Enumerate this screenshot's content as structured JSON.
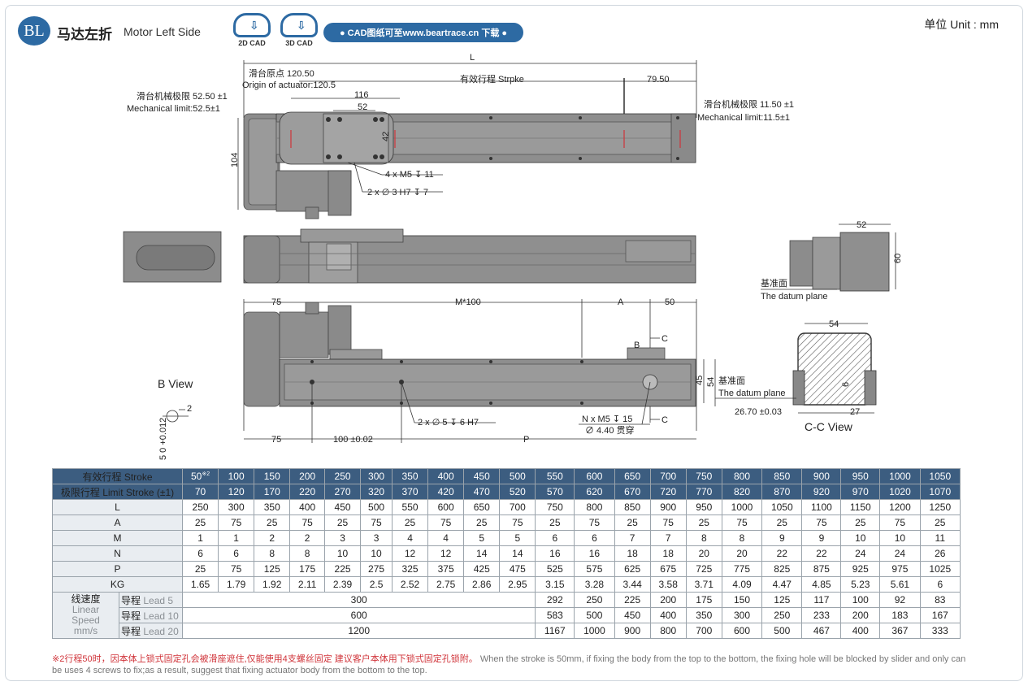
{
  "header": {
    "logo": "BL",
    "title_cn": "马达左折",
    "title_en": "Motor Left Side",
    "cad_2d": "2D CAD",
    "cad_3d": "3D CAD",
    "cad_link": "● CAD图纸可至www.beartrace.cn 下载 ●",
    "unit": "单位 Unit : mm"
  },
  "drawing": {
    "top": {
      "L": "L",
      "origin_cn": "滑台原点 120.50",
      "origin_en": "Origin of actuator:120.5",
      "stroke": "有效行程 Strpke",
      "d_79_50": "79.50",
      "d_116": "116",
      "d_52": "52",
      "d_42": "42",
      "d_104": "104",
      "limit_left_cn": "滑台机械极限 52.50 ±1",
      "limit_left_en": "Mechanical limit:52.5±1",
      "limit_right_cn": "滑台机械极限 11.50 ±1",
      "limit_right_en": "Mechanical limit:11.5±1",
      "screw": "4 x M5 ↧ 11",
      "pin": "2 x ∅ 3 H7 ↧ 7"
    },
    "bottom": {
      "d_75_top": "75",
      "m100": "M*100",
      "A": "A",
      "d_50": "50",
      "C1": "C",
      "B": "B",
      "C2": "C",
      "d_45": "45",
      "d_54": "54",
      "datum_cn": "基准面",
      "datum_en": "The datum plane",
      "pin": "2 x ∅ 5 ↧ 6 H7",
      "nscrew": "N x M5 ↧ 15",
      "through": "∅ 4.40 贯穿",
      "d_75_bottom": "75",
      "d_100": "100 ±0.02",
      "P": "P"
    },
    "bview": {
      "title": "B View",
      "d_2": "2",
      "tol": "5 0 +0.012"
    },
    "side": {
      "d_52": "52",
      "d_60": "60",
      "datum_cn": "基准面",
      "datum_en": "The datum plane"
    },
    "ccview": {
      "d_54": "54",
      "d_6": "6",
      "d_2670": "26.70 ±0.03",
      "d_27": "27",
      "title": "C-C View"
    }
  },
  "table": {
    "stroke_label": "有效行程  Stroke",
    "stroke_first": "50",
    "stroke_first_sup": "※2",
    "strokes": [
      "100",
      "150",
      "200",
      "250",
      "300",
      "350",
      "400",
      "450",
      "500",
      "550",
      "600",
      "650",
      "700",
      "750",
      "800",
      "850",
      "900",
      "950",
      "1000",
      "1050"
    ],
    "limit_label": "极限行程  Limit Stroke (±1)",
    "limits": [
      "70",
      "120",
      "170",
      "220",
      "270",
      "320",
      "370",
      "420",
      "470",
      "520",
      "570",
      "620",
      "670",
      "720",
      "770",
      "820",
      "870",
      "920",
      "970",
      "1020",
      "1070"
    ],
    "rows": [
      {
        "label": "L",
        "values": [
          "250",
          "300",
          "350",
          "400",
          "450",
          "500",
          "550",
          "600",
          "650",
          "700",
          "750",
          "800",
          "850",
          "900",
          "950",
          "1000",
          "1050",
          "1100",
          "1150",
          "1200",
          "1250"
        ]
      },
      {
        "label": "A",
        "values": [
          "25",
          "75",
          "25",
          "75",
          "25",
          "75",
          "25",
          "75",
          "25",
          "75",
          "25",
          "75",
          "25",
          "75",
          "25",
          "75",
          "25",
          "75",
          "25",
          "75",
          "25"
        ]
      },
      {
        "label": "M",
        "values": [
          "1",
          "1",
          "2",
          "2",
          "3",
          "3",
          "4",
          "4",
          "5",
          "5",
          "6",
          "6",
          "7",
          "7",
          "8",
          "8",
          "9",
          "9",
          "10",
          "10",
          "11"
        ]
      },
      {
        "label": "N",
        "values": [
          "6",
          "6",
          "8",
          "8",
          "10",
          "10",
          "12",
          "12",
          "14",
          "14",
          "16",
          "16",
          "18",
          "18",
          "20",
          "20",
          "22",
          "22",
          "24",
          "24",
          "26"
        ]
      },
      {
        "label": "P",
        "values": [
          "25",
          "75",
          "125",
          "175",
          "225",
          "275",
          "325",
          "375",
          "425",
          "475",
          "525",
          "575",
          "625",
          "675",
          "725",
          "775",
          "825",
          "875",
          "925",
          "975",
          "1025"
        ]
      },
      {
        "label": "KG",
        "values": [
          "1.65",
          "1.79",
          "1.92",
          "2.11",
          "2.39",
          "2.5",
          "2.52",
          "2.75",
          "2.86",
          "2.95",
          "3.15",
          "3.28",
          "3.44",
          "3.58",
          "3.71",
          "4.09",
          "4.47",
          "4.85",
          "5.23",
          "5.61",
          "6"
        ]
      }
    ],
    "speed_cn": "线速度",
    "speed_en1": "Linear",
    "speed_en2": "Speed",
    "speed_en3": "mm/s",
    "leads": [
      {
        "cn": "导程",
        "en": "Lead 5",
        "merged": "300",
        "values": [
          "292",
          "250",
          "225",
          "200",
          "175",
          "150",
          "125",
          "117",
          "100",
          "92",
          "83"
        ]
      },
      {
        "cn": "导程",
        "en": "Lead 10",
        "merged": "600",
        "values": [
          "583",
          "500",
          "450",
          "400",
          "350",
          "300",
          "250",
          "233",
          "200",
          "183",
          "167"
        ]
      },
      {
        "cn": "导程",
        "en": "Lead 20",
        "merged": "1200",
        "values": [
          "1167",
          "1000",
          "900",
          "800",
          "700",
          "600",
          "500",
          "467",
          "400",
          "367",
          "333"
        ]
      }
    ]
  },
  "note": {
    "red": "※2行程50时，因本体上锁式固定孔会被滑座遮住,仅能使用4支螺丝固定  建议客户本体用下锁式固定孔锁附。",
    "gray": "  When the stroke is 50mm, if fixing the body from the top to the bottom, the fixing hole will be blocked by slider and only can be uses 4 screws to fix;as a result, suggest that fixing actuator body from the bottom to the top."
  }
}
